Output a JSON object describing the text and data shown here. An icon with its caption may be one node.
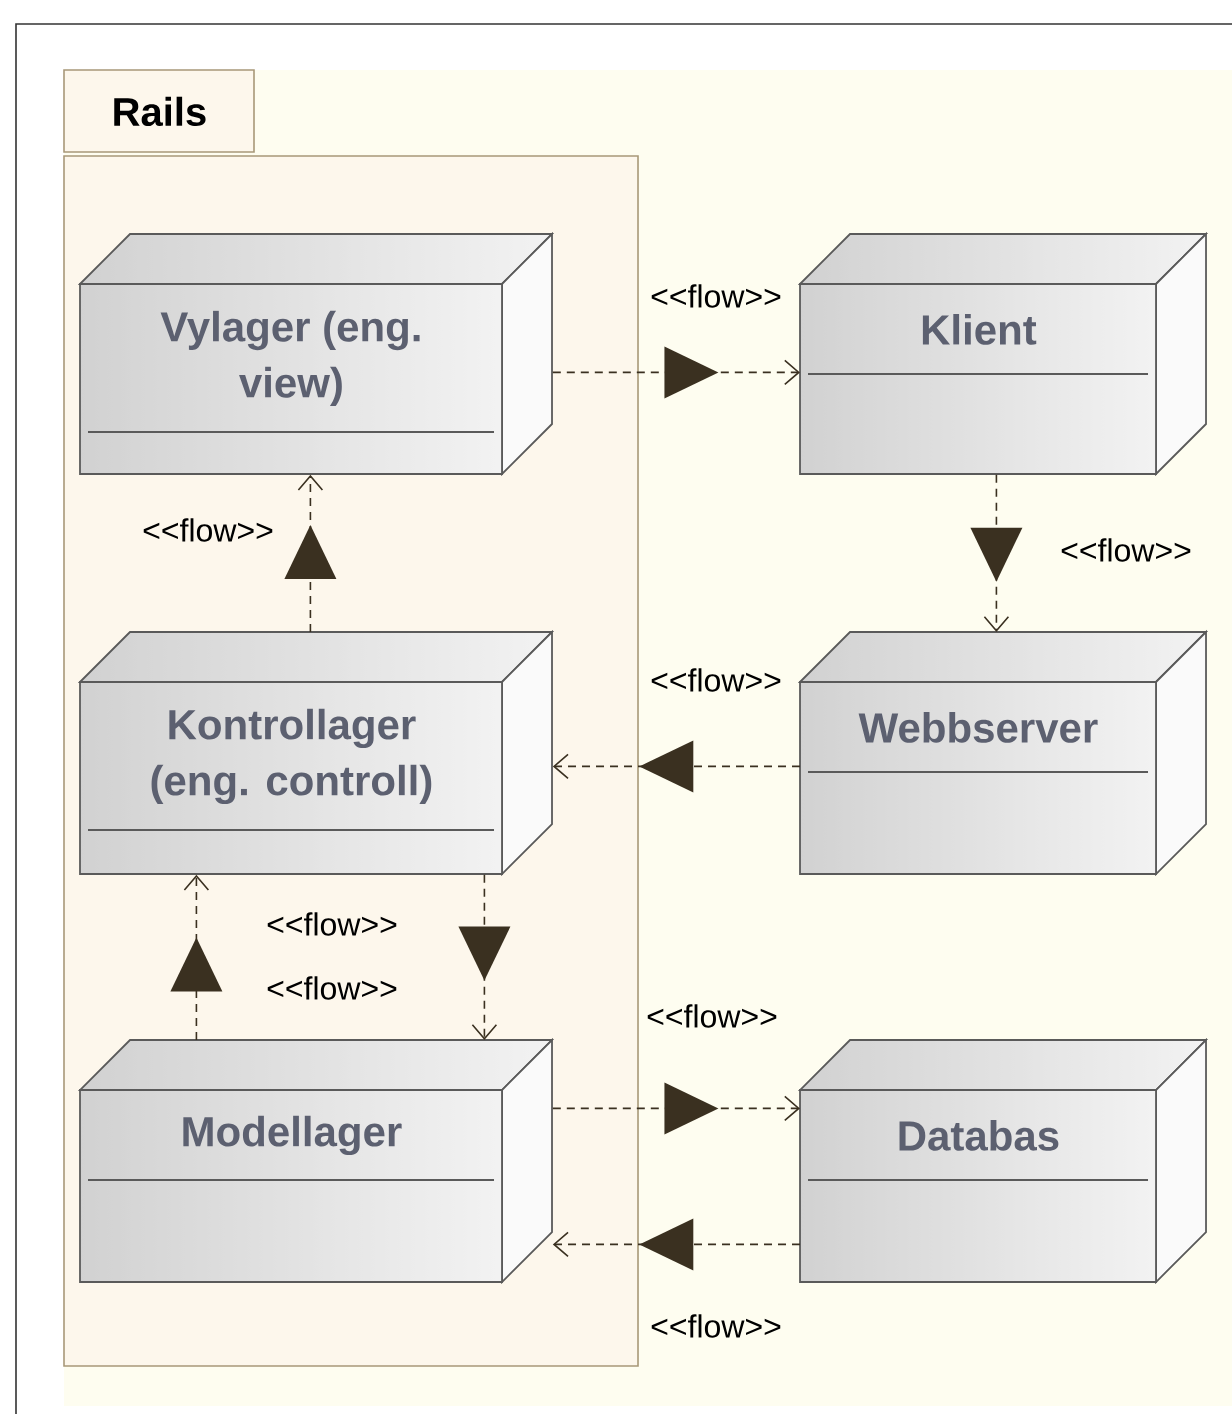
{
  "diagram": {
    "nodes": [
      {
        "text": [
          "Rails"
        ]
      },
      {
        "text": [
          "Vylager (eng. view)"
        ],
        "in": 0
      },
      {
        "text": [
          "Klient"
        ]
      },
      {
        "text": [
          "Kontrollager (eng. controll)"
        ],
        "in": 0
      },
      {
        "text": [
          "Webbserver"
        ]
      },
      {
        "text": [
          "Modellager"
        ],
        "in": 0
      },
      {
        "text": [
          "Databas"
        ]
      }
    ],
    "edges": [
      {
        "from": 1,
        "to": 2,
        "arrow": "to",
        "style": "dashed",
        "label": "<<flow>>"
      },
      {
        "from": 2,
        "to": 4,
        "arrow": "to",
        "style": "dashed",
        "label": "<<flow>>"
      },
      {
        "from": 4,
        "to": 3,
        "arrow": "to",
        "style": "dashed",
        "label": "<<flow>>"
      },
      {
        "from": 3,
        "to": 1,
        "arrow": "to",
        "style": "dashed",
        "label": "<<flow>>"
      },
      {
        "from": 5,
        "to": 3,
        "arrow": "to",
        "style": "dashed",
        "label": "<<flow>>"
      },
      {
        "from": 3,
        "to": 5,
        "arrow": "to",
        "style": "dashed",
        "label": "<<flow>>"
      },
      {
        "from": 5,
        "to": 6,
        "arrow": "to",
        "style": "dashed",
        "label": "<<flow>>"
      },
      {
        "from": 6,
        "to": 5,
        "arrow": "to",
        "style": "dashed",
        "label": "<<flow>>"
      }
    ]
  }
}
